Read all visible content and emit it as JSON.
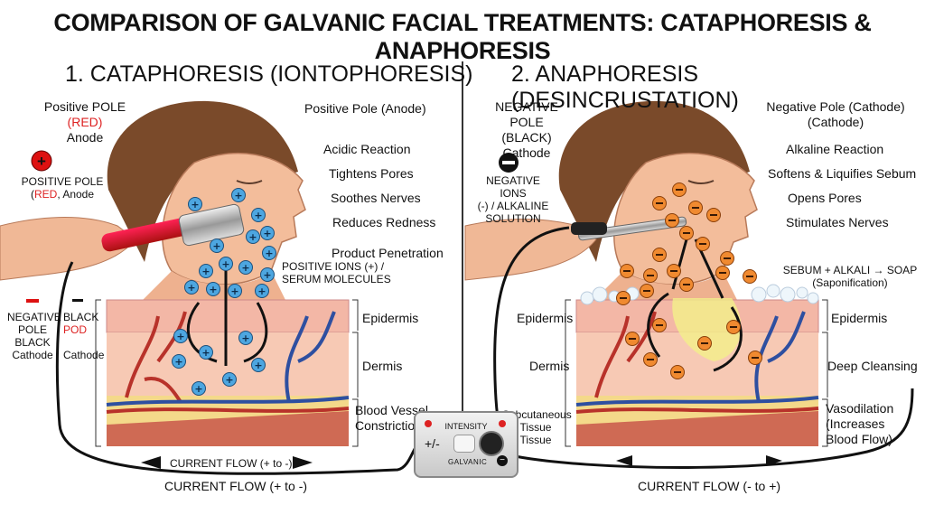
{
  "title": "COMPARISON OF GALVANIC FACIAL TREATMENTS: CATAPHORESIS & ANAPHORESIS",
  "left": {
    "heading": "1. CATAPHORESIS (IONTOPHORESIS)",
    "pole_title": "Positive POLE",
    "pole_color": "(RED)",
    "pole_anode": "Anode",
    "pole_label_1": "POSITIVE POLE",
    "pole_label_2a": "(",
    "pole_label_2b": "RED",
    "pole_label_2c": ", Anode",
    "right_pole": "Positive Pole (Anode)",
    "effects": [
      "Acidic Reaction",
      "Tightens Pores",
      "Soothes Nerves",
      "Reduces Redness",
      "Product Penetration"
    ],
    "ions_1": "POSITIVE IONS (+) /",
    "ions_2": "SERUM MOLECULES",
    "neg_pole": [
      "NEGATIVE",
      "POLE",
      "BLACK",
      "Cathode"
    ],
    "black_pod": [
      "BLACK",
      "POD",
      "Cathode"
    ],
    "layers": [
      "Epidermis",
      "Dermis",
      "Blood Vessel",
      "Constriction"
    ],
    "current_inner": "CURRENT FLOW (+ to -)",
    "current_outer": "CURRENT FLOW (+ to -)"
  },
  "right": {
    "heading": "2. ANAPHORESIS (DESINCRUSTATION)",
    "pole_title": "NEGATIVE POLE",
    "pole_color": "(BLACK)",
    "pole_cathode": "Cathode",
    "neg_ions": [
      "NEGATIVE IONS",
      "(-) / ALKALINE",
      "SOLUTION"
    ],
    "right_pole_1": "Negative Pole (Cathode)",
    "right_pole_2": "(Cathode)",
    "effects": [
      "Alkaline Reaction",
      "Softens & Liquifies Sebum",
      "Opens Pores",
      "Stimulates Nerves"
    ],
    "sebum_1": "SEBUM + ALKALI → SOAP",
    "sebum_2": "(Saponification)",
    "layers_left": [
      "Epidermis",
      "Dermis",
      "Subcutaneous",
      "Tissue",
      "Tissue"
    ],
    "layers_right": [
      "Epidermis",
      "Deep Cleansing",
      "Vasodilation",
      "(Increases",
      "Blood Flow)"
    ],
    "current": "CURRENT FLOW (- to +)"
  },
  "device": {
    "intensity": "INTENSITY",
    "plusminus": "+/-",
    "brand": "GALVANIC"
  },
  "colors": {
    "skin": "#f0b896",
    "hair": "#7a4a2a",
    "ion_blue": "#4da6e0",
    "ion_orange": "#f08a30",
    "epidermis": "#f3b7a6",
    "dermis": "#f7c9b4",
    "fat": "#f4d98a",
    "vessel_red": "#b8322a",
    "vessel_blue": "#2e4fa0"
  }
}
